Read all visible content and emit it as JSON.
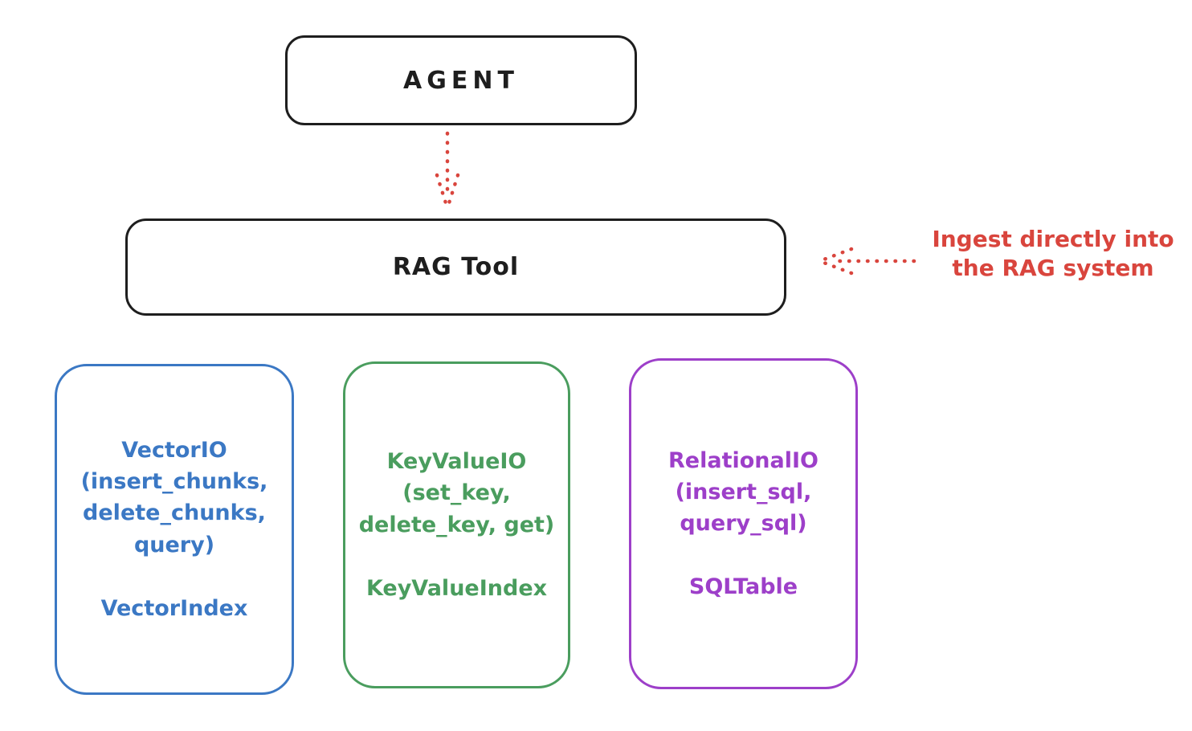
{
  "agent": {
    "label": "AGENT"
  },
  "rag_tool": {
    "label": "RAG Tool"
  },
  "annotation": {
    "line1": "Ingest directly into",
    "line2": "the RAG system"
  },
  "stores": [
    {
      "name": "vector-io",
      "body": "VectorIO\n(insert_chunks,\ndelete_chunks,\nquery)",
      "index": "VectorIndex",
      "color": "#3b78c4"
    },
    {
      "name": "key-value-io",
      "body": "KeyValueIO\n(set_key,\ndelete_key, get)",
      "index": "KeyValueIndex",
      "color": "#4a9d5e"
    },
    {
      "name": "relational-io",
      "body": "RelationalIO\n(insert_sql,\nquery_sql)",
      "index": "SQLTable",
      "color": "#9d3fc9"
    }
  ],
  "colors": {
    "stroke": "#1e1e1e",
    "accent_red": "#d9453d",
    "blue": "#3b78c4",
    "green": "#4a9d5e",
    "purple": "#9d3fc9",
    "background": "#ffffff"
  }
}
